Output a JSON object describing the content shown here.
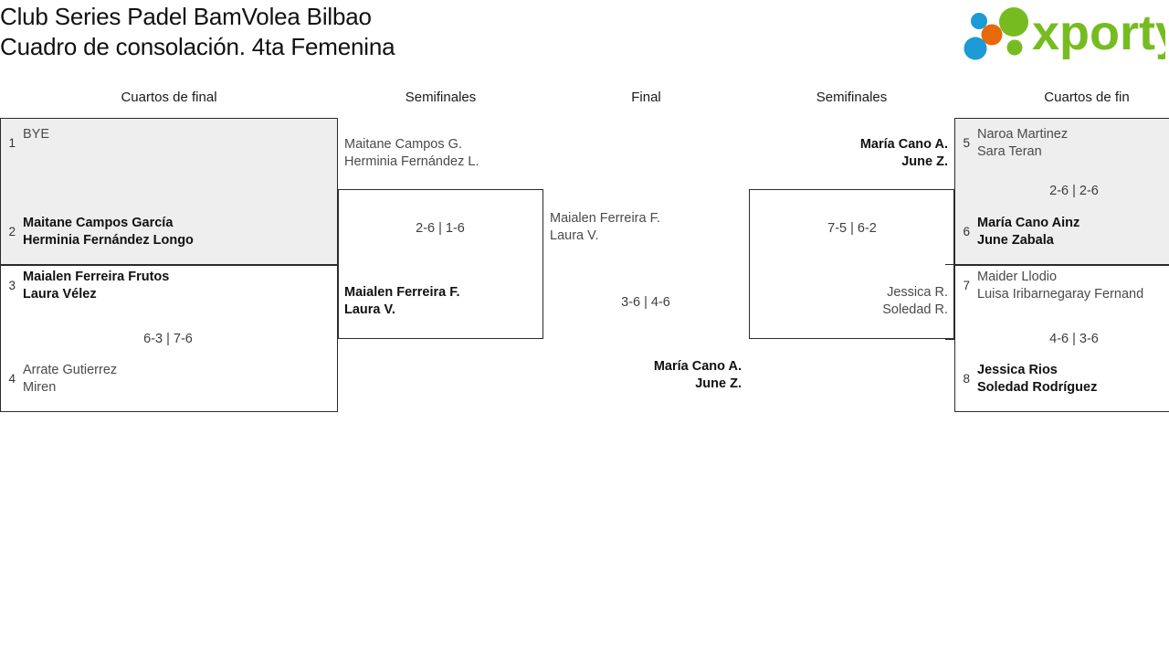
{
  "header": {
    "title_line1": "Club Series Padel BamVolea Bilbao",
    "title_line2": "Cuadro de consolación. 4ta Femenina",
    "logo_text": "xporty",
    "logo_colors": {
      "green": "#76bc21",
      "blue": "#1b9ad6",
      "orange": "#e8690b"
    }
  },
  "rounds": [
    {
      "label": "Cuartos de final"
    },
    {
      "label": "Semifinales"
    },
    {
      "label": "Final"
    },
    {
      "label": "Semifinales"
    },
    {
      "label": "Cuartos de fin"
    }
  ],
  "bracket": {
    "left_quarterfinals": [
      {
        "shaded": true,
        "top_slot": {
          "seed": "1",
          "lines": [
            "BYE"
          ],
          "winner": false
        },
        "bottom_slot": {
          "seed": "2",
          "lines": [
            "Maitane Campos García",
            "Herminia Fernández Longo"
          ],
          "winner": true
        },
        "score": ""
      },
      {
        "shaded": false,
        "top_slot": {
          "seed": "3",
          "lines": [
            "Maialen Ferreira Frutos",
            "Laura Vélez"
          ],
          "winner": true
        },
        "bottom_slot": {
          "seed": "4",
          "lines": [
            "Arrate Gutierrez",
            "Miren"
          ],
          "winner": false
        },
        "score": "6-3 | 7-6"
      }
    ],
    "left_semifinal": {
      "top_slot": {
        "lines": [
          "Maitane Campos G.",
          "Herminia Fernández L."
        ],
        "winner": false
      },
      "bottom_slot": {
        "lines": [
          "Maialen Ferreira F.",
          "Laura V."
        ],
        "winner": true
      },
      "score": "2-6 | 1-6"
    },
    "final": {
      "top_slot": {
        "lines": [
          "Maialen Ferreira F.",
          "Laura V."
        ],
        "winner": false
      },
      "bottom_slot": {
        "lines": [
          "María Cano A.",
          "June Z."
        ],
        "winner": true
      },
      "score": "3-6 | 4-6"
    },
    "right_semifinal": {
      "top_slot": {
        "lines": [
          "María Cano A.",
          "June Z."
        ],
        "winner": true
      },
      "bottom_slot": {
        "lines": [
          "Jessica R.",
          "Soledad R."
        ],
        "winner": false
      },
      "score": "7-5 | 6-2"
    },
    "right_quarterfinals": [
      {
        "shaded": true,
        "top_slot": {
          "seed": "5",
          "lines": [
            "Naroa Martinez",
            "Sara Teran"
          ],
          "winner": false
        },
        "bottom_slot": {
          "seed": "6",
          "lines": [
            "María Cano Ainz",
            "June Zabala"
          ],
          "winner": true
        },
        "score": "2-6 | 2-6"
      },
      {
        "shaded": false,
        "top_slot": {
          "seed": "7",
          "lines": [
            "Maider Llodio",
            "Luisa Iribarnegaray Fernand"
          ],
          "winner": false
        },
        "bottom_slot": {
          "seed": "8",
          "lines": [
            "Jessica Rios",
            "Soledad Rodríguez"
          ],
          "winner": true
        },
        "score": "4-6 | 3-6"
      }
    ]
  }
}
